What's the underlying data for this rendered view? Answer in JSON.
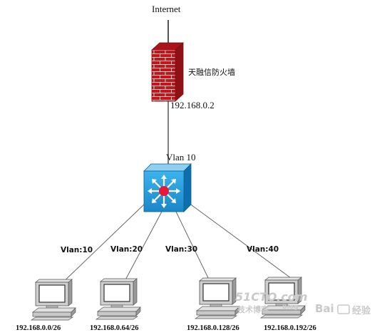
{
  "internet_label": "Internet",
  "firewall": {
    "label": "天融信防火墙",
    "ip": "192.168.0.2",
    "icon": "firewall-brick-wall-icon"
  },
  "switch": {
    "vlan_label": "Vlan 10",
    "icon": "layer3-switch-icon"
  },
  "links": [
    {
      "vlan_label": "Vlan:10"
    },
    {
      "vlan_label": "Vlan:20"
    },
    {
      "vlan_label": "Vlan:30"
    },
    {
      "vlan_label": "Vlan:40"
    }
  ],
  "hosts": [
    {
      "subnet": "192.168.0.0/26",
      "icon": "computer-icon"
    },
    {
      "subnet": "192.168.0.64/26",
      "icon": "computer-icon"
    },
    {
      "subnet": "192.168.0.128/26",
      "icon": "computer-icon"
    },
    {
      "subnet": "192.168.0.192/26",
      "icon": "computer-icon"
    }
  ],
  "watermarks": {
    "site": "51CTO.com",
    "site_sub": "技术博客",
    "baidu": "Bai",
    "jingyan": "经验",
    "blog": "Blog"
  },
  "colors": {
    "firewall_red": "#c0171d",
    "mortar": "#e8c8c8",
    "switch_blue": "#1e98d8",
    "switch_center": "#e8173c",
    "line": "#555555",
    "monitor_frame": "#cfcfcf"
  }
}
